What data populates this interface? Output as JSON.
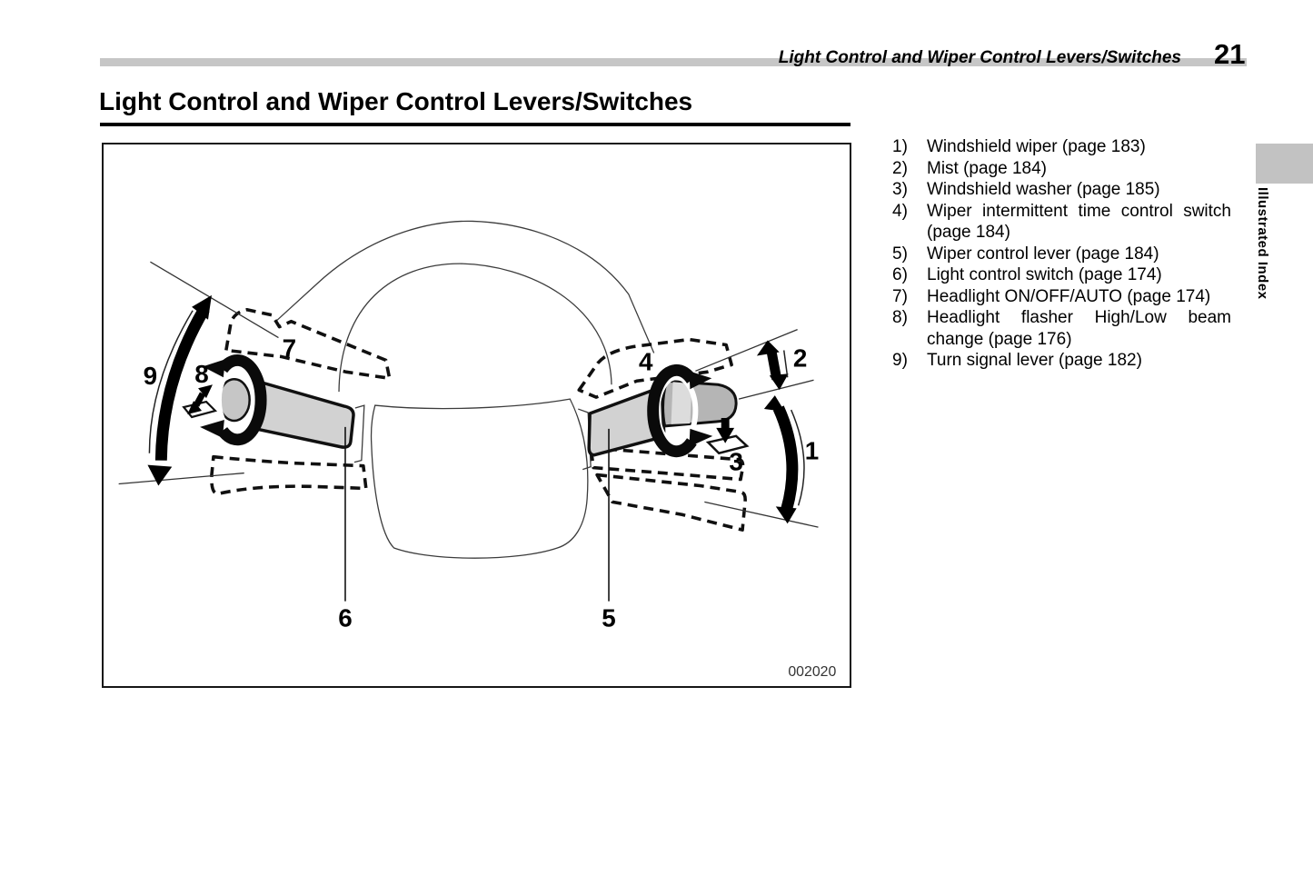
{
  "header": {
    "running_title": "Light Control and Wiper Control Levers/Switches",
    "page_number": "21"
  },
  "title": "Light Control and Wiper Control Levers/Switches",
  "side_tab": {
    "label": "Illustrated Index"
  },
  "figure": {
    "code": "002020",
    "description": "Steering wheel rear view showing light control lever (left) and wiper control lever (right) with movement arrows",
    "callouts": [
      {
        "label": "1"
      },
      {
        "label": "2"
      },
      {
        "label": "3"
      },
      {
        "label": "4"
      },
      {
        "label": "5"
      },
      {
        "label": "6"
      },
      {
        "label": "7"
      },
      {
        "label": "8"
      },
      {
        "label": "9"
      }
    ]
  },
  "legend": {
    "items": [
      {
        "num": "1)",
        "text": "Windshield wiper (page 183)",
        "justify": false
      },
      {
        "num": "2)",
        "text": "Mist (page 184)",
        "justify": false
      },
      {
        "num": "3)",
        "text": "Windshield washer (page 185)",
        "justify": false
      },
      {
        "num": "4)",
        "text": "Wiper intermittent time control switch (page 184)",
        "justify": true
      },
      {
        "num": "5)",
        "text": "Wiper control lever (page 184)",
        "justify": false
      },
      {
        "num": "6)",
        "text": "Light control switch (page 174)",
        "justify": false
      },
      {
        "num": "7)",
        "text": "Headlight ON/OFF/AUTO (page 174)",
        "justify": false
      },
      {
        "num": "8)",
        "text": "Headlight flasher High/Low beam change (page 176)",
        "justify": true
      },
      {
        "num": "9)",
        "text": "Turn signal lever (page 182)",
        "justify": false
      }
    ]
  },
  "colors": {
    "header_bar": "#c6c6c6",
    "side_tab": "#c2c2c2",
    "lever_fill": "#d2d2d2",
    "knob_fill": "#b5b5b5",
    "line": "#000000"
  }
}
